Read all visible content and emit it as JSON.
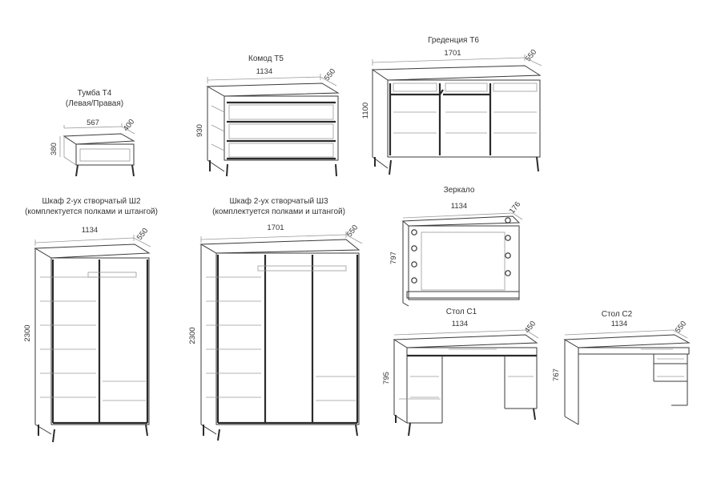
{
  "items": {
    "tumba": {
      "title1": "Тумба Т4",
      "title2": "(Левая/Правая)",
      "width": "567",
      "depth": "400",
      "height": "380"
    },
    "komod": {
      "title": "Комод Т5",
      "width": "1134",
      "depth": "550",
      "height": "930"
    },
    "gredenciya": {
      "title": "Греденция Т6",
      "width": "1701",
      "depth": "550",
      "height": "1100"
    },
    "shkaf2": {
      "title1": "Шкаф 2-ух створчатый Ш2",
      "title2": "(комплектуется полками и штангой)",
      "width": "1134",
      "depth": "550",
      "height": "2300"
    },
    "shkaf3": {
      "title1": "Шкаф 2-ух створчатый Ш3",
      "title2": "(комплектуется полками и штангой)",
      "width": "1701",
      "depth": "550",
      "height": "2300"
    },
    "zerkalo": {
      "title": "Зеркало",
      "width": "1134",
      "depth": "176",
      "height": "797"
    },
    "stol1": {
      "title": "Стол С1",
      "width": "1134",
      "depth": "450",
      "height": "795"
    },
    "stol2": {
      "title": "Стол С2",
      "width": "1134",
      "depth": "550",
      "height": "767"
    }
  }
}
